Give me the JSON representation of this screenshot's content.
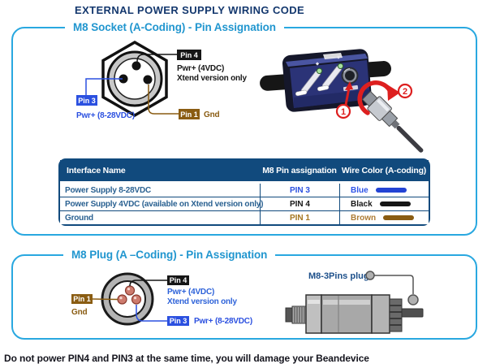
{
  "page": {
    "title": "EXTERNAL POWER SUPPLY WIRING CODE",
    "warning": "Do not power PIN4 and PIN3 at the same time, you will damage your Beandevice"
  },
  "socket_section": {
    "title": "M8 Socket (A-Coding) - Pin Assignation",
    "pin4": {
      "label": "Pin 4",
      "line1": "Pwr+ (4VDC)",
      "line2": "Xtend version only"
    },
    "pin3": {
      "label": "Pin 3",
      "desc": "Pwr+ (8-28VDC)"
    },
    "pin1": {
      "label": "Pin 1",
      "desc": "Gnd"
    },
    "step1": "1",
    "step2": "2"
  },
  "table": {
    "headers": [
      "Interface Name",
      "M8 Pin assignation",
      "Wire Color (A-coding)"
    ],
    "rows": [
      {
        "interface": "Power Supply 8-28VDC",
        "pin": "PIN 3",
        "pin_color": "#2b50e0",
        "color_name": "Blue",
        "name_color": "#2d53e8",
        "swatch": "#2343d4"
      },
      {
        "interface": "Power Supply 4VDC (available on Xtend version only)",
        "pin": "PIN 4",
        "pin_color": "#161616",
        "color_name": "Black",
        "name_color": "#161616",
        "swatch": "#161616"
      },
      {
        "interface": "Ground",
        "pin": "PIN 1",
        "pin_color": "#a5761f",
        "color_name": "Brown",
        "name_color": "#ad7b33",
        "swatch": "#8a5c12"
      }
    ]
  },
  "plug_section": {
    "title": "M8 Plug (A –Coding) - Pin Assignation",
    "pin1": {
      "label": "Pin 1",
      "desc": "Gnd"
    },
    "pin4": {
      "label": "Pin 4",
      "line1": "Pwr+ (4VDC)",
      "line2": "Xtend version only"
    },
    "pin3": {
      "label": "Pin 3",
      "desc": "Pwr+ (8-28VDC)"
    },
    "plug_label": "M8-3Pins plug"
  },
  "colors": {
    "accent_border": "#29a8e0",
    "section_title": "#2196cf",
    "navy": "#114a7d",
    "heading_navy": "#14386e",
    "pin3_blue": "#2b50e0",
    "pin4_black": "#161616",
    "pin1_brown": "#8a5c12",
    "desc_blue": "#2d62d9",
    "brown_text": "#a5761f",
    "step_red": "#dd1f1f"
  }
}
